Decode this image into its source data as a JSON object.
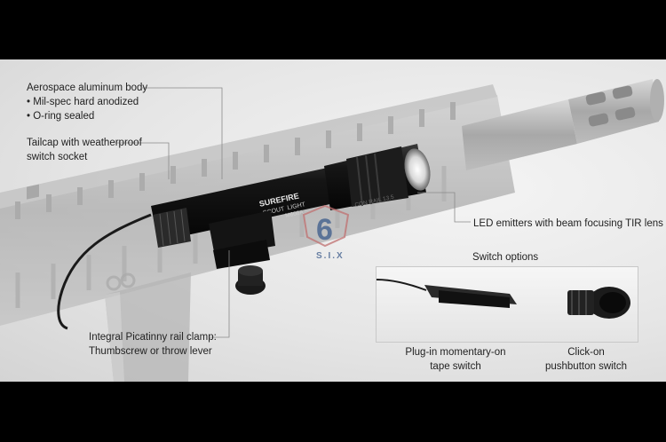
{
  "callouts": {
    "body_title": "Aerospace aluminum body",
    "body_bullets": [
      "Mil-spec hard anodized",
      "O-ring sealed"
    ],
    "tailcap_line1": "Tailcap with weatherproof",
    "tailcap_line2": "switch socket",
    "led": "LED emitters with beam focusing TIR lens",
    "clamp_line1": "Integral Picatinny rail clamp:",
    "clamp_line2": "Thumbscrew or throw lever"
  },
  "switch_options": {
    "title": "Switch options",
    "tape_line1": "Plug-in momentary-on",
    "tape_line2": "tape switch",
    "push_line1": "Click-on",
    "push_line2": "pushbutton switch"
  },
  "product_markings": {
    "brand": "SUREFIRE",
    "line1": "SCOUT",
    "line2": "LIGHT",
    "model": "M600A",
    "rail": "CON RAIL 13.5"
  },
  "watermark": {
    "digit": "6",
    "text": "S.I.X"
  },
  "colors": {
    "background": "#000000",
    "panel": "#e8e8e8",
    "callout_line": "#8a8a8a",
    "watermark": "#3a5a8a"
  }
}
